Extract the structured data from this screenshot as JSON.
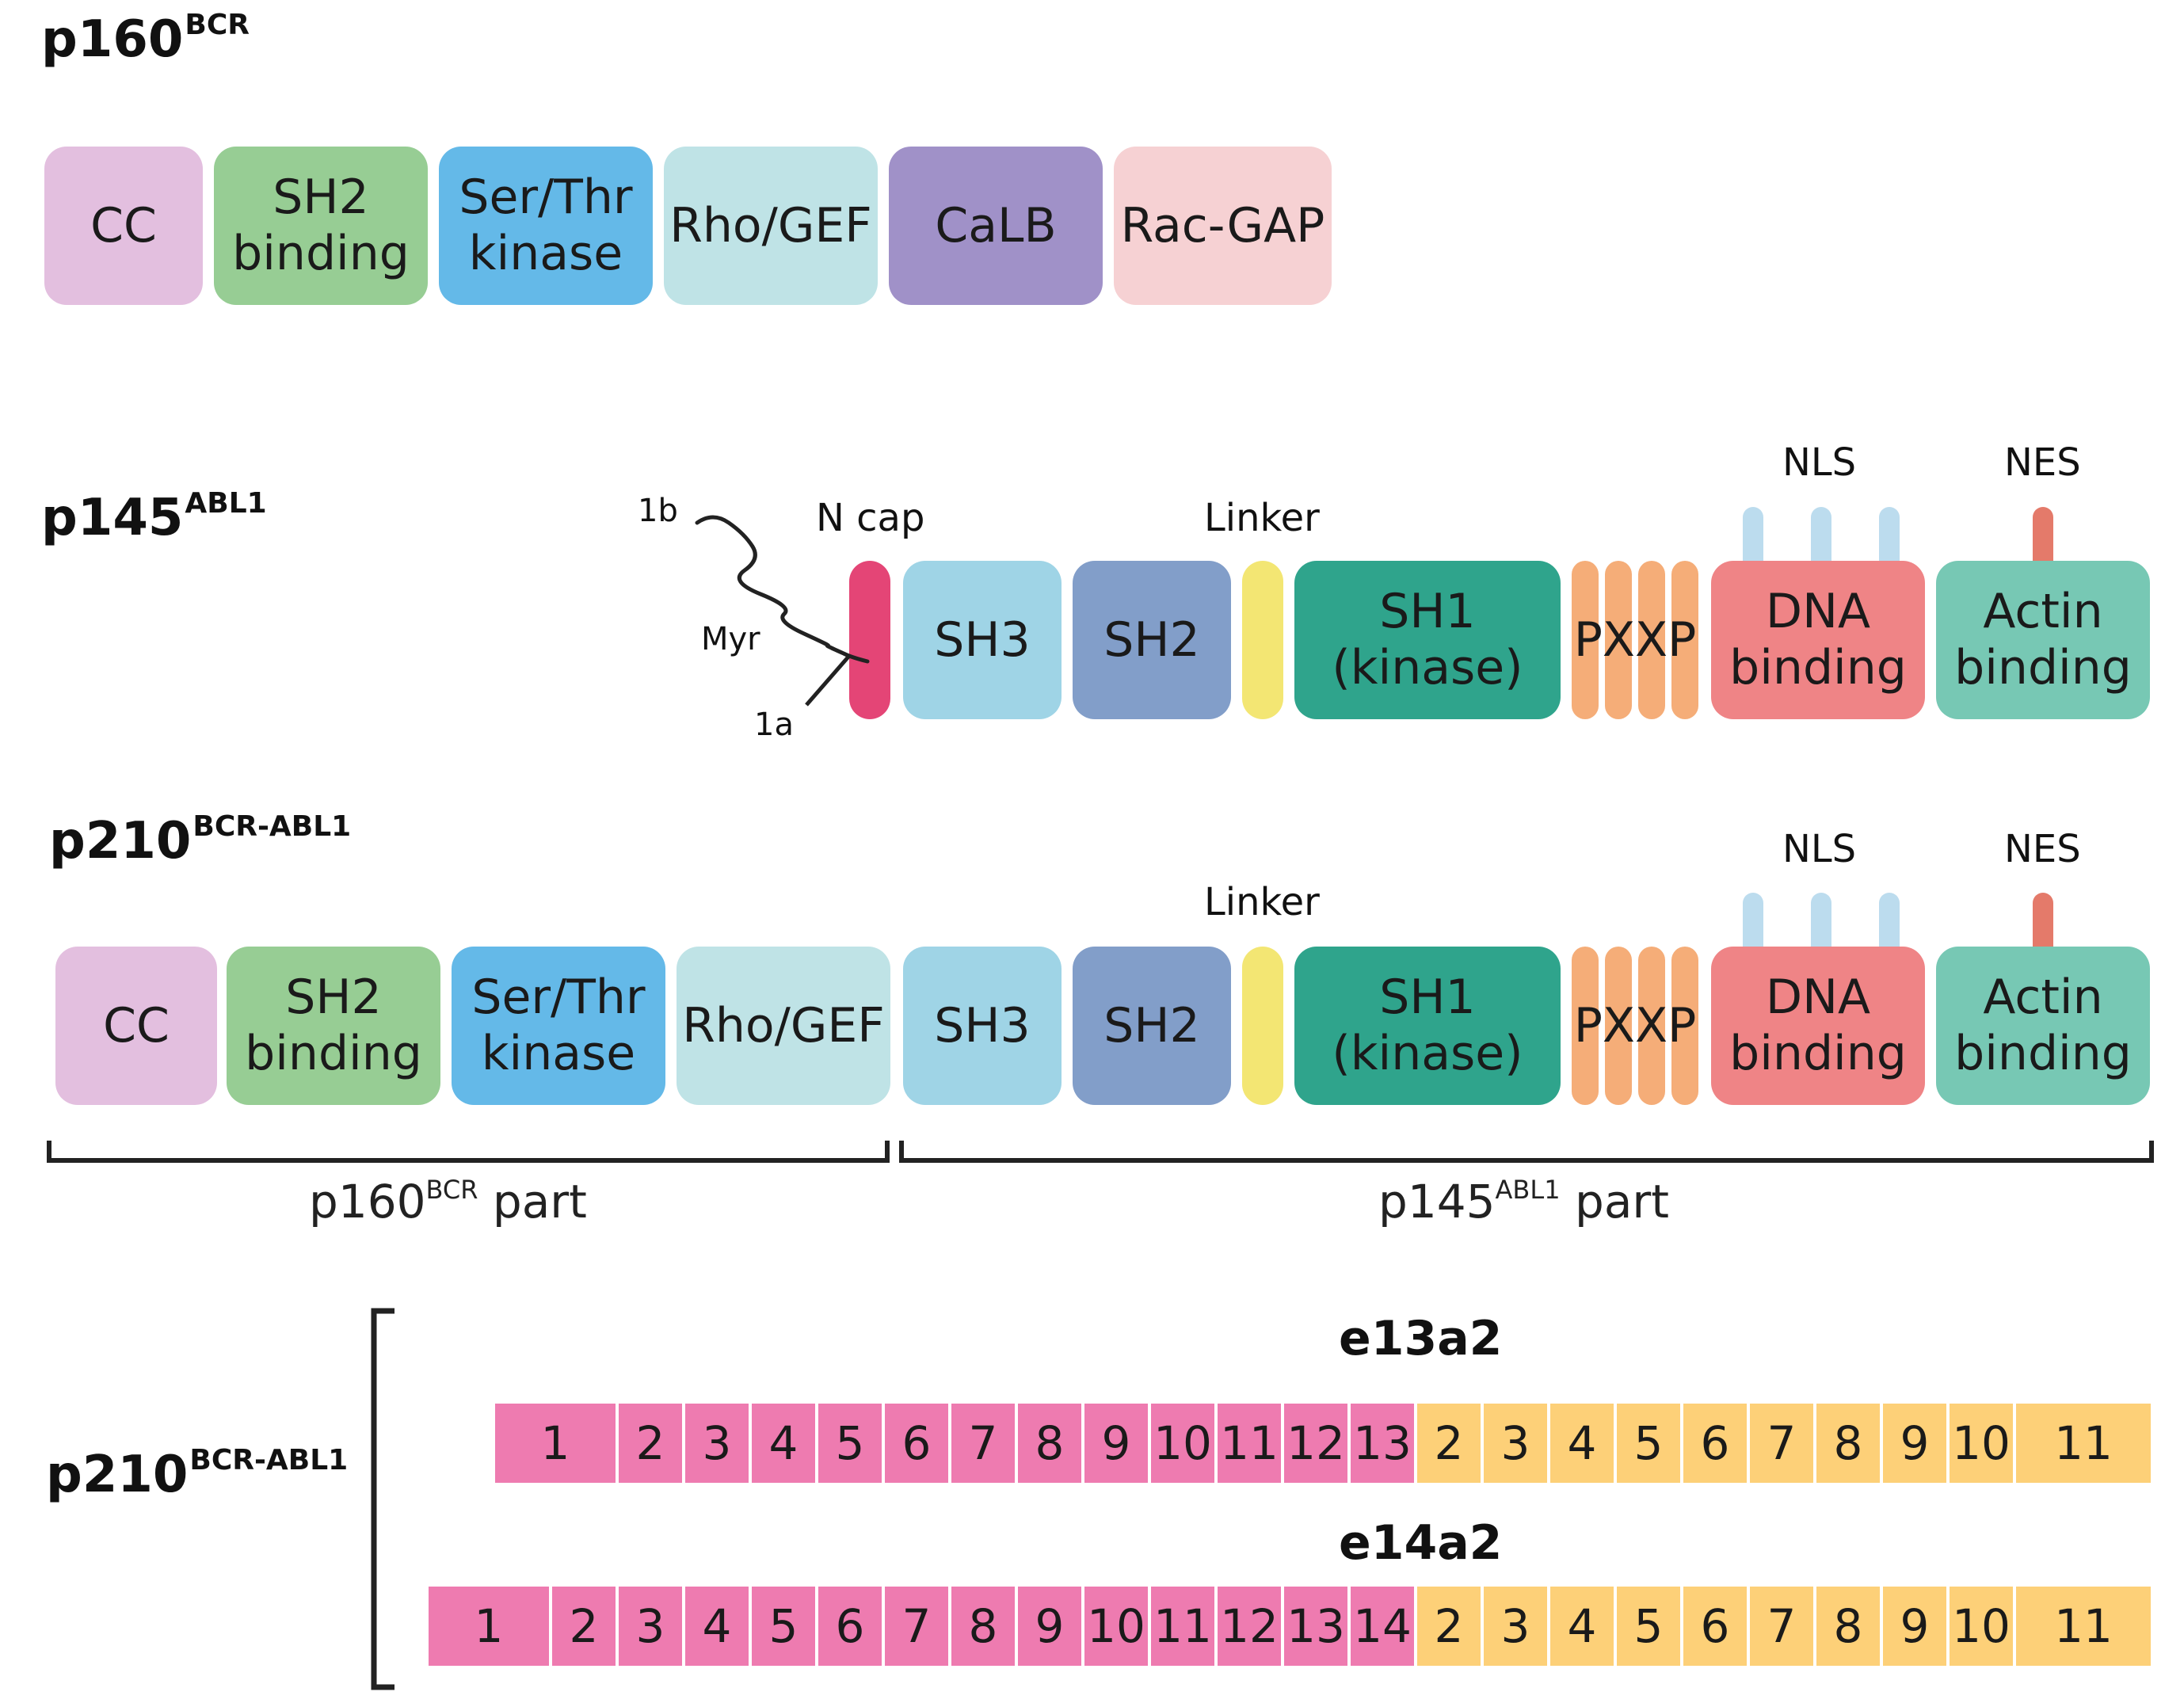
{
  "titles": {
    "bcr": {
      "main": "p160",
      "sup": "BCR"
    },
    "abl": {
      "main": "p145",
      "sup": "ABL1"
    },
    "fusion": {
      "main": "p210",
      "sup": "BCR-ABL1"
    },
    "fusion2": {
      "main": "p210",
      "sup": "BCR-ABL1"
    }
  },
  "bcr_domains": [
    {
      "label": "CC",
      "color": "#e3bfdf"
    },
    {
      "label": "SH2\nbinding",
      "color": "#97cd94"
    },
    {
      "label": "Ser/Thr\nkinase",
      "color": "#64b9e8"
    },
    {
      "label": "Rho/GEF",
      "color": "#bfe3e6"
    },
    {
      "label": "CaLB",
      "color": "#a091c8"
    },
    {
      "label": "Rac-GAP",
      "color": "#f6d1d3"
    }
  ],
  "abl_domains": {
    "sh3": {
      "label": "SH3",
      "color": "#9fd4e6"
    },
    "sh2": {
      "label": "SH2",
      "color": "#829ec9"
    },
    "linker_color": "#f3e673",
    "sh1": {
      "label": "SH1\n(kinase)",
      "color": "#2fa48c"
    },
    "pxxp": {
      "label": "PXXP",
      "color": "#f5ad78"
    },
    "dna": {
      "label": "DNA\nbinding",
      "color": "#ef8486"
    },
    "actin": {
      "label": "Actin\nbinding",
      "color": "#77c8b4"
    },
    "ncap_color": "#e44576"
  },
  "fusion_domains": [
    {
      "label": "CC",
      "color": "#e3bfdf"
    },
    {
      "label": "SH2\nbinding",
      "color": "#97cd94"
    },
    {
      "label": "Ser/Thr\nkinase",
      "color": "#64b9e8"
    },
    {
      "label": "Rho/GEF",
      "color": "#bfe3e6"
    }
  ],
  "annotations": {
    "nls": "NLS",
    "nes": "NES",
    "linker": "Linker",
    "ncap": "N cap",
    "myr": "Myr",
    "exon_1b": "1b",
    "exon_1a": "1a",
    "nls_color": "#bcdcee",
    "nes_color": "#e47a6a"
  },
  "parts": {
    "bcr_part": {
      "main": "p160",
      "sup": "BCR",
      "suffix": " part"
    },
    "abl_part": {
      "main": "p145",
      "sup": "ABL1",
      "suffix": " part"
    }
  },
  "transcripts": [
    {
      "name": "e13a2",
      "bcr_exons": [
        "1",
        "2",
        "3",
        "4",
        "5",
        "6",
        "7",
        "8",
        "9",
        "10",
        "11",
        "12",
        "13"
      ],
      "abl_exons": [
        "2",
        "3",
        "4",
        "5",
        "6",
        "7",
        "8",
        "9",
        "10",
        "11"
      ]
    },
    {
      "name": "e14a2",
      "bcr_exons": [
        "1",
        "2",
        "3",
        "4",
        "5",
        "6",
        "7",
        "8",
        "9",
        "10",
        "11",
        "12",
        "13",
        "14"
      ],
      "abl_exons": [
        "2",
        "3",
        "4",
        "5",
        "6",
        "7",
        "8",
        "9",
        "10",
        "11"
      ]
    }
  ]
}
